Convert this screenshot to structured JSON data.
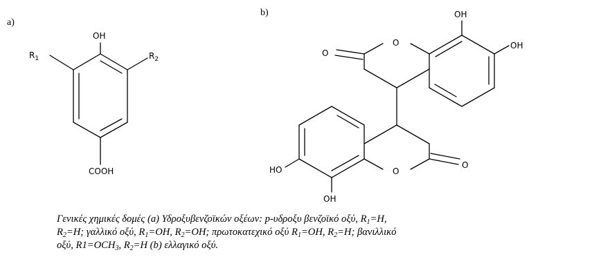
{
  "panel_a": {
    "label": "a)",
    "atoms": {
      "oh": "OH",
      "r1": "R",
      "r1_sub": "1",
      "r2": "R",
      "r2_sub": "2",
      "cooh": "COOH"
    }
  },
  "panel_b": {
    "label": "b)",
    "atoms": {
      "o_carbonyl_top": "O",
      "o_ring_top": "O",
      "oh_top": "OH",
      "oh_right": "OH",
      "oh_left": "HO",
      "oh_bottom": "OH",
      "o_ring_bottom": "O",
      "o_carbonyl_bottom": "O"
    }
  },
  "caption": {
    "l1_a": "Γενικές χημικές δομές (a) Υδροξυβενζοϊκών οξέων: p-υδροξυ βενζοϊκό οξύ, R",
    "l1_s1": "1",
    "l1_b": "=H,",
    "l2_a": "R",
    "l2_s1": "2",
    "l2_b": "=H; γαλλικό οξύ, R",
    "l2_s2": "1",
    "l2_c": "=OH, R",
    "l2_s3": "2",
    "l2_d": "=OH; πρωτοκατεχικό οξύ R",
    "l2_s4": "1",
    "l2_e": "=OH, R",
    "l2_s5": "2",
    "l2_f": "=H; βανιλλικό",
    "l3_a": "οξύ, R1=OCH",
    "l3_s1": "3",
    "l3_b": ", R",
    "l3_s2": "2",
    "l3_c": "=H (b) ελλαγικό οξύ."
  }
}
